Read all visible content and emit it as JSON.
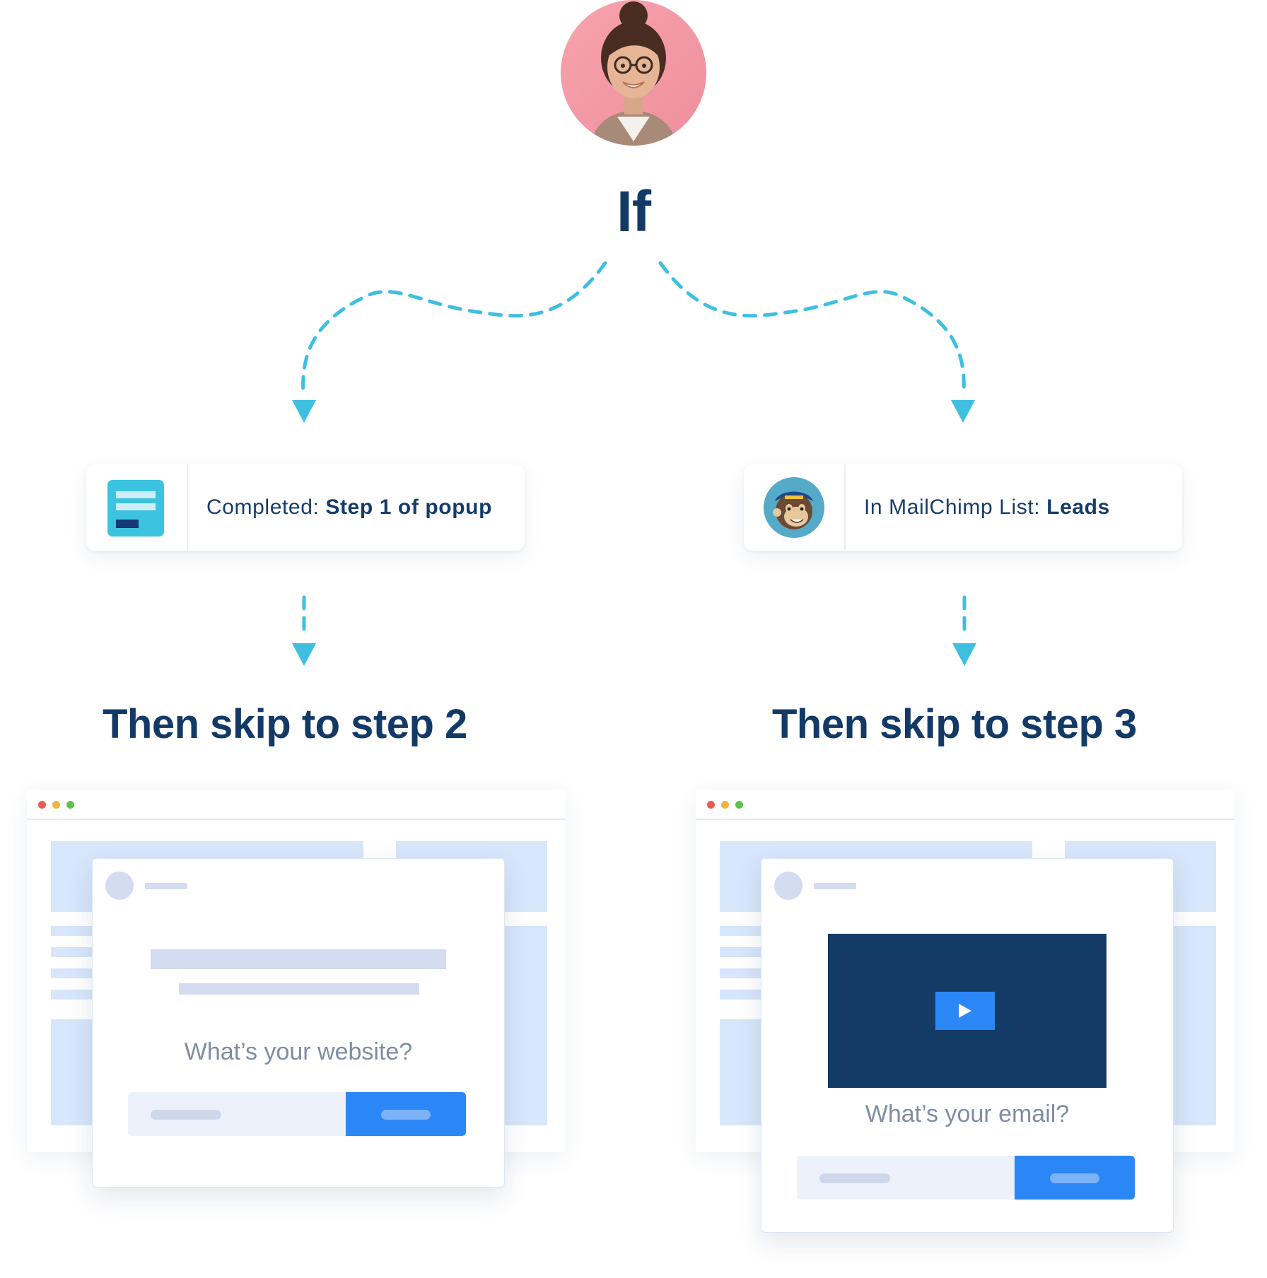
{
  "header": {
    "condition_label": "If"
  },
  "branches": [
    {
      "condition_prefix": "Completed:",
      "condition_value": "Step 1 of popup",
      "action_label": "Then skip to step 2",
      "popup_question": "What’s your website?"
    },
    {
      "condition_prefix": "In MailChimp List:",
      "condition_value": "Leads",
      "action_label": "Then skip to step 3",
      "popup_question": "What’s your email?"
    }
  ],
  "colors": {
    "navy": "#133a66",
    "accent_cyan": "#3fbfe0",
    "button_blue": "#2b87f5",
    "avatar_pink": "#f7a3ae"
  },
  "icons": [
    "form-icon",
    "mailchimp-icon",
    "play-icon",
    "avatar"
  ]
}
